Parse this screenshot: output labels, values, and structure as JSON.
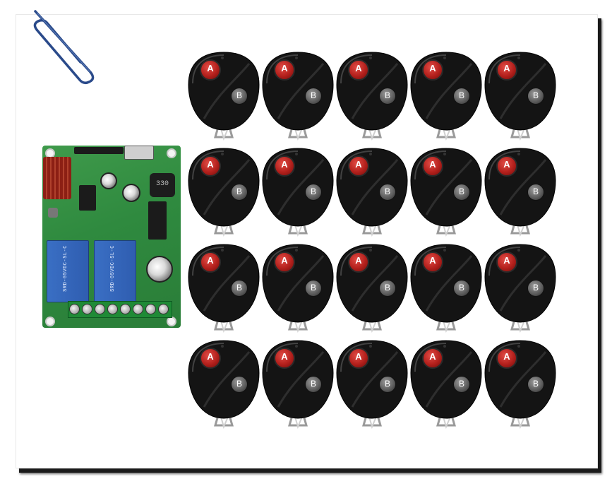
{
  "image": {
    "subject": "remote-control-kit",
    "receiver": {
      "inductor_label": "330",
      "relay_texts": [
        "SRD-05VDC-SL-C",
        "SRD-05VDC-SL-C"
      ],
      "terminal_count": 8
    },
    "remotes": {
      "rows": 4,
      "columns": 5,
      "button_a_label": "A",
      "button_b_label": "B"
    },
    "colors": {
      "pcb": "#2f8a3f",
      "relay": "#3a6fc4",
      "remote_body": "#141414",
      "button_a": "#b3201c",
      "button_b": "#5a5a5a"
    },
    "icons": [
      "paperclip-icon"
    ]
  }
}
